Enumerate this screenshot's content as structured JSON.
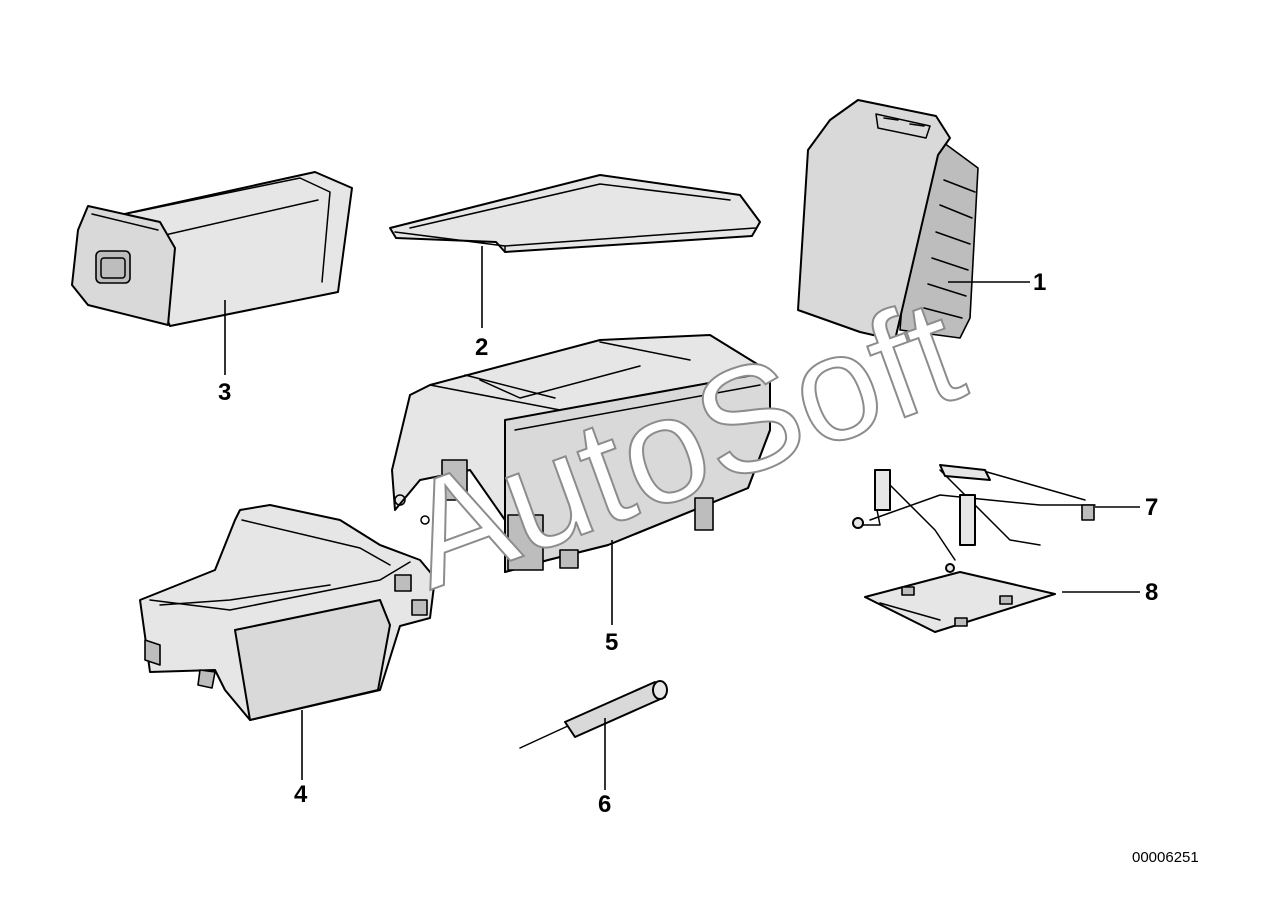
{
  "callouts": [
    "1",
    "2",
    "3",
    "4",
    "5",
    "6",
    "7",
    "8"
  ],
  "diagram_code": "00006251",
  "watermark": "AutoSoft"
}
